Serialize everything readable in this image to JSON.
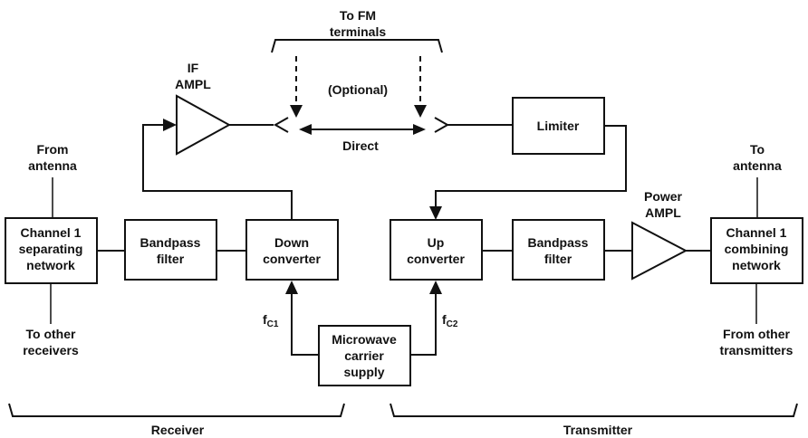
{
  "top_label": [
    "To FM",
    "terminals"
  ],
  "optional_label": "(Optional)",
  "direct_label": "Direct",
  "if_amp_label": [
    "IF",
    "AMPL"
  ],
  "power_amp_label": [
    "Power",
    "AMPL"
  ],
  "blocks": {
    "channel1_separating": [
      "Channel 1",
      "separating",
      "network"
    ],
    "bandpass_rx": [
      "Bandpass",
      "filter"
    ],
    "down_converter": [
      "Down",
      "converter"
    ],
    "up_converter": [
      "Up",
      "converter"
    ],
    "bandpass_tx": [
      "Bandpass",
      "filter"
    ],
    "channel1_combining": [
      "Channel 1",
      "combining",
      "network"
    ],
    "limiter": [
      "Limiter"
    ],
    "microwave_supply": [
      "Microwave",
      "carrier",
      "supply"
    ]
  },
  "from_antenna": [
    "From",
    "antenna"
  ],
  "to_other_receivers": [
    "To other",
    "receivers"
  ],
  "to_antenna": [
    "To",
    "antenna"
  ],
  "from_other_transmitters": [
    "From other",
    "transmitters"
  ],
  "fc1": {
    "main": "f",
    "sub": "C1"
  },
  "fc2": {
    "main": "f",
    "sub": "C2"
  },
  "receiver_label": "Receiver",
  "transmitter_label": "Transmitter"
}
